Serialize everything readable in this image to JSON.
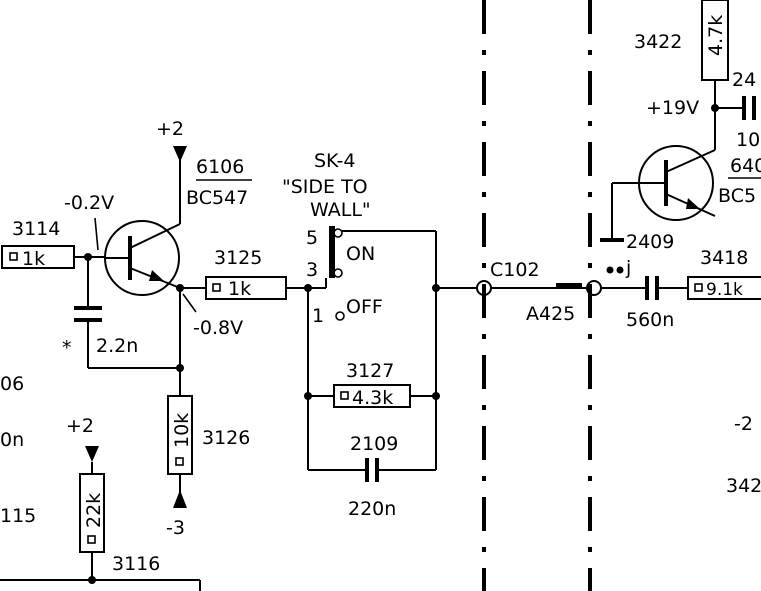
{
  "labels": {
    "r3114": "3114",
    "r3114_value": "1k",
    "v_base": "-0.2V",
    "v_plus2_top": "+2",
    "t6106": "6106",
    "t6106_type": "BC547",
    "c_star": "*",
    "c_value": "2.2n",
    "v_emitter": "-0.8V",
    "r3125": "3125",
    "r3125_value": "1k",
    "sw_name": "SK-4",
    "sw_desc_1": "\"SIDE TO",
    "sw_desc_2": "WALL\"",
    "sw_pin5": "5",
    "sw_pin3": "3",
    "sw_pin1": "1",
    "sw_on": "ON",
    "sw_off": "OFF",
    "r3127": "3127",
    "r3127_value": "4.3k",
    "c2109": "2109",
    "c2109_value": "220n",
    "r3126_value": "10k",
    "r3126": "3126",
    "v_minus3": "-3",
    "v_plus2_bottom": "+2",
    "r_22k_value": "22k",
    "r3116": "3116",
    "left_06": "06",
    "left_0n": "0n",
    "left_115": "115",
    "c102": "C102",
    "a425": "A425",
    "r3422": "3422",
    "r3422_value": "4.7k",
    "v_19": "+19V",
    "right_24": "24",
    "right_10": "10",
    "right_640": "640",
    "right_bc5": "BC5",
    "c2409": "2409",
    "r3418": "3418",
    "r3418_value": "9.1k",
    "c_560n": "560n",
    "mark_j": "j",
    "right_minus2": "-2",
    "right_342": "342"
  }
}
